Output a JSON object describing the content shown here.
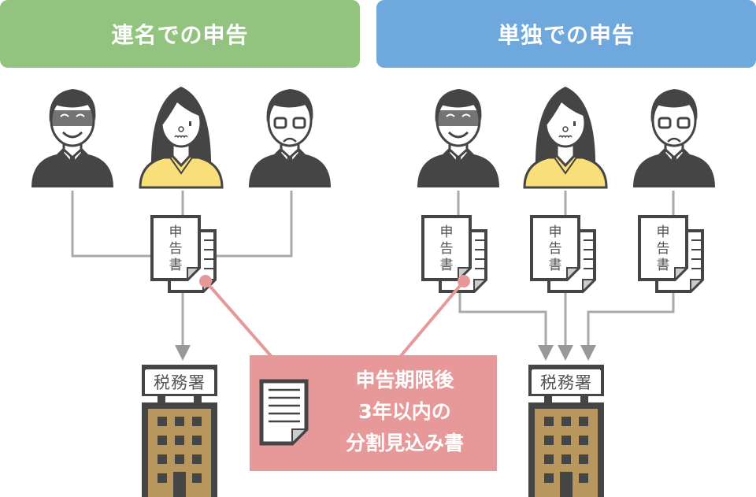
{
  "headers": {
    "left": "連名での申告",
    "right": "単独での申告"
  },
  "colors": {
    "left_header": "#93c47f",
    "right_header": "#6fa8dc",
    "note_bg": "#e7999a",
    "connector": "#aaaaaa",
    "building": "#b7975d",
    "dark": "#454545",
    "blouse": "#f9df79"
  },
  "people": {
    "left": [
      {
        "type": "man",
        "expression": "smiling"
      },
      {
        "type": "woman",
        "expression": "worried"
      },
      {
        "type": "man-glasses",
        "expression": "sad"
      }
    ],
    "right": [
      {
        "type": "man",
        "expression": "smiling"
      },
      {
        "type": "woman",
        "expression": "worried"
      },
      {
        "type": "man-glasses",
        "expression": "sad"
      }
    ]
  },
  "documents": {
    "label_chars": [
      "申",
      "告",
      "書"
    ]
  },
  "tax_office": {
    "label": "税務署"
  },
  "note": {
    "lines": [
      "申告期限後",
      "3年以内の",
      "分割見込み書"
    ]
  }
}
